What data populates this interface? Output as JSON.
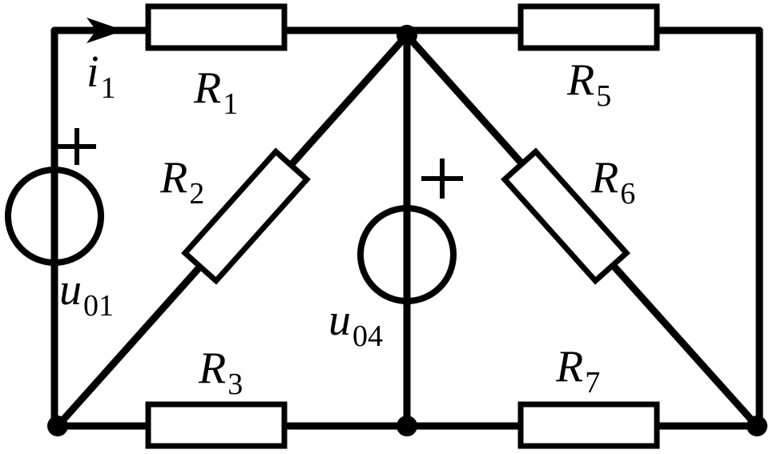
{
  "labels": {
    "i1": {
      "main": "i",
      "sub": "1"
    },
    "R1": {
      "main": "R",
      "sub": "1"
    },
    "R2": {
      "main": "R",
      "sub": "2"
    },
    "R3": {
      "main": "R",
      "sub": "3"
    },
    "R5": {
      "main": "R",
      "sub": "5"
    },
    "R6": {
      "main": "R",
      "sub": "6"
    },
    "R7": {
      "main": "R",
      "sub": "7"
    },
    "u01": {
      "main": "u",
      "sub": "01"
    },
    "u04": {
      "main": "u",
      "sub": "04"
    }
  }
}
